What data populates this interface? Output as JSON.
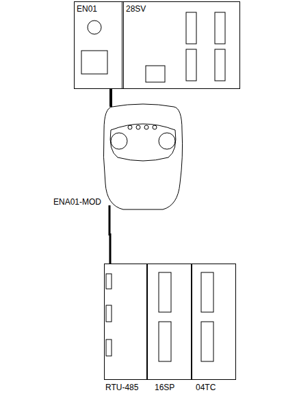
{
  "diagram": {
    "nodes": [
      {
        "text": [
          "EN01"
        ]
      },
      {
        "text": [
          "28SV"
        ]
      },
      {
        "text": [
          "ENA01-MOD"
        ]
      },
      {
        "text": [
          "RTU-485"
        ]
      },
      {
        "text": [
          "16SP"
        ]
      },
      {
        "text": [
          "04TC"
        ]
      }
    ],
    "edges": [
      {
        "from": 0,
        "to": 2,
        "arrow": "none"
      },
      {
        "from": 2,
        "to": 3,
        "arrow": "none"
      }
    ]
  }
}
